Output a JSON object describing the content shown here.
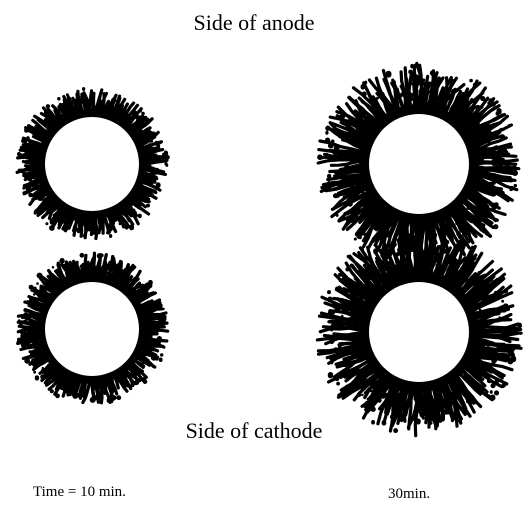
{
  "labels": {
    "anode_side": "Side of anode",
    "cathode_side": "Side of cathode",
    "time_10": "Time = 10 min.",
    "time_30": "30min."
  },
  "colors": {
    "deposit": "#000000",
    "electrode": "#ffffff",
    "background": "#ffffff"
  },
  "panels": [
    {
      "name": "deposit-10min-anode-side",
      "time_label": "Time = 10 min.",
      "side": "anode"
    },
    {
      "name": "deposit-10min-cathode-side",
      "time_label": "Time = 10 min.",
      "side": "cathode"
    },
    {
      "name": "deposit-30min-anode-side",
      "time_label": "30min.",
      "side": "anode"
    },
    {
      "name": "deposit-30min-cathode-side",
      "time_label": "30min.",
      "side": "cathode"
    }
  ]
}
